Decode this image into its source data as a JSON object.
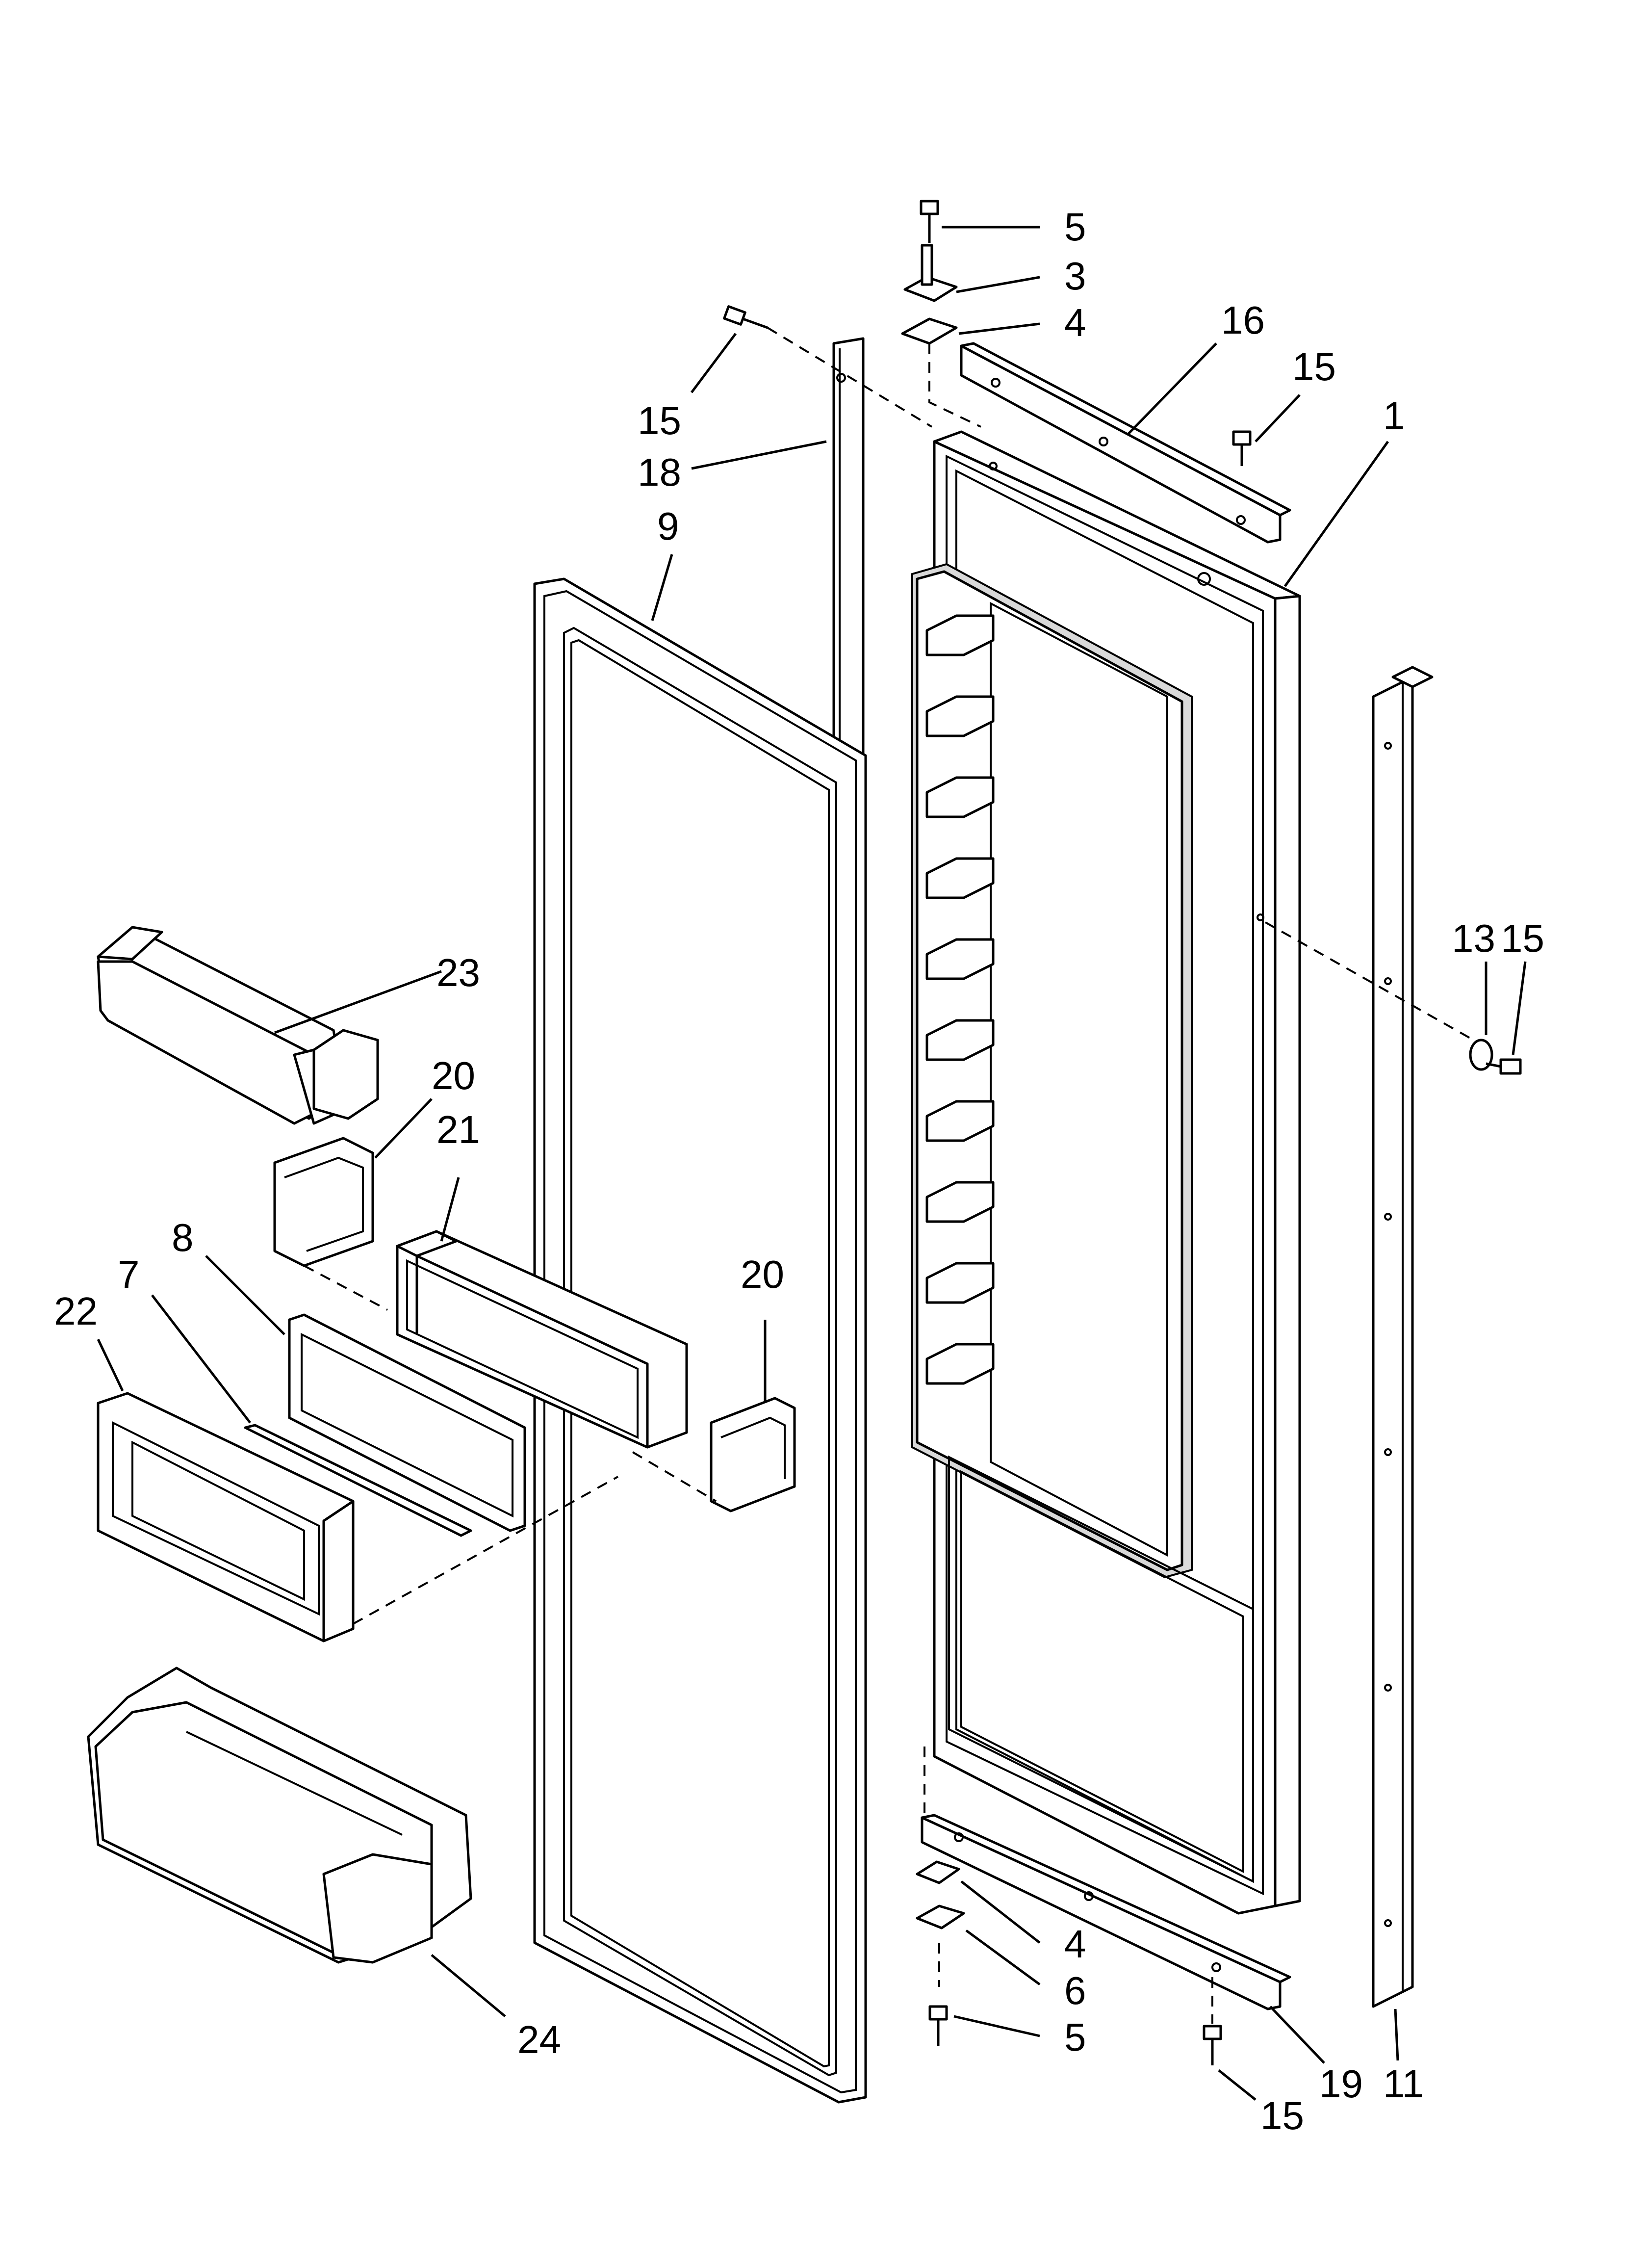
{
  "callouts": [
    {
      "id": "c5a",
      "text": "5"
    },
    {
      "id": "c3",
      "text": "3"
    },
    {
      "id": "c4a",
      "text": "4"
    },
    {
      "id": "c16",
      "text": "16"
    },
    {
      "id": "c15a",
      "text": "15"
    },
    {
      "id": "c15b",
      "text": "15"
    },
    {
      "id": "c1",
      "text": "1"
    },
    {
      "id": "c18",
      "text": "18"
    },
    {
      "id": "c9",
      "text": "9"
    },
    {
      "id": "c13",
      "text": "13"
    },
    {
      "id": "c15c",
      "text": "15"
    },
    {
      "id": "c23",
      "text": "23"
    },
    {
      "id": "c20a",
      "text": "20"
    },
    {
      "id": "c21",
      "text": "21"
    },
    {
      "id": "c8",
      "text": "8"
    },
    {
      "id": "c7",
      "text": "7"
    },
    {
      "id": "c22",
      "text": "22"
    },
    {
      "id": "c20b",
      "text": "20"
    },
    {
      "id": "c4b",
      "text": "4"
    },
    {
      "id": "c6",
      "text": "6"
    },
    {
      "id": "c5b",
      "text": "5"
    },
    {
      "id": "c24",
      "text": "24"
    },
    {
      "id": "c15d",
      "text": "15"
    },
    {
      "id": "c19",
      "text": "19"
    },
    {
      "id": "c11",
      "text": "11"
    }
  ]
}
